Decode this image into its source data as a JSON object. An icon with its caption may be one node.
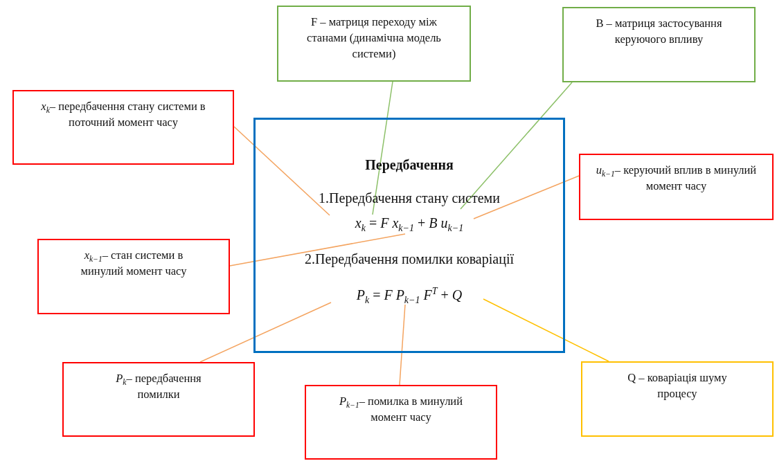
{
  "diagram": {
    "nodes": [
      {
        "text": [
          "F – матриця переходу між станами (динамічна модель системи)"
        ]
      },
      {
        "text": [
          "B – матриця застосування керуючого впливу"
        ]
      },
      {
        "text": [
          "*x*$_{k}$– передбачення стану системи в поточний момент часу"
        ]
      },
      {
        "text": [
          "Передбачення",
          "1.Передбачення стану системи",
          "*x*$_{k}$ = *F x*$_{k−1}$ + *B u*$_{k−1}$",
          "2.Передбачення помилки коваріації",
          "*P*$_{k}$ = *F P*$_{k−1}$ *F*$^{T}$ + *Q*"
        ]
      },
      {
        "text": [
          "*u*$_{k−1}$– керуючий вплив в минулий момент часу"
        ]
      },
      {
        "text": [
          "*x*$_{k−1}$– стан системи в минулий момент часу"
        ]
      },
      {
        "text": [
          "*P*$_{k}$– передбачення помилки"
        ]
      },
      {
        "text": [
          "Q – коваріація шуму процесу"
        ]
      },
      {
        "text": [
          "*P*$_{k−1}$– помилка в минулий момент часу"
        ]
      }
    ],
    "edges": [
      {
        "from": 0,
        "to": 3,
        "arrow": "none",
        "color": "#8cc068"
      },
      {
        "from": 1,
        "to": 3,
        "arrow": "none",
        "color": "#8cc068"
      },
      {
        "from": 2,
        "to": 3,
        "arrow": "none"
      },
      {
        "from": 4,
        "to": 3,
        "arrow": "none"
      },
      {
        "from": 5,
        "to": 3,
        "arrow": "none"
      },
      {
        "from": 6,
        "to": 3,
        "arrow": "none"
      },
      {
        "from": 8,
        "to": 3,
        "arrow": "none"
      },
      {
        "from": 7,
        "to": 3,
        "arrow": "none",
        "color": "#ffc000"
      }
    ]
  }
}
